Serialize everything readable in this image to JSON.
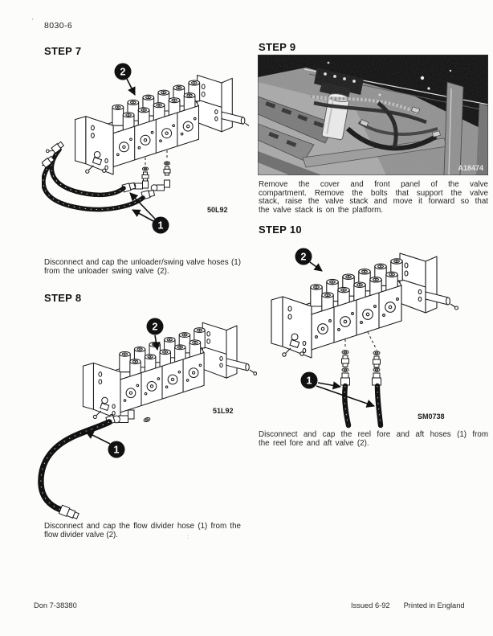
{
  "page": {
    "doc_code": "8030-6",
    "stray_mark_top": "'",
    "stray_mark_mid": ":",
    "footer": {
      "left": "Don 7-38380",
      "issued": "Issued 6-92",
      "printed": "Printed in England"
    }
  },
  "colors": {
    "ink": "#1b1b1b",
    "paper": "#fcfcfb"
  },
  "steps": [
    {
      "title": "STEP 7",
      "figure_label": "50L92",
      "callout_hose": "1",
      "callout_valve": "2",
      "caption_lines": [
        "Disconnect and cap the unloader/swing valve hoses (1)",
        "from the unloader swing valve (2)."
      ]
    },
    {
      "title": "STEP 8",
      "figure_label": "51L92",
      "callout_hose": "1",
      "callout_valve": "2",
      "caption_lines": [
        "Disconnect and cap the flow divider hose (1) from the",
        "flow divider valve (2)."
      ]
    },
    {
      "title": "STEP 9",
      "figure_label": "A18474",
      "caption_lines": [
        "Remove the cover and front panel of the valve",
        "compartment. Remove the bolts that support the valve",
        "stack, raise the valve stack and move it forward so that",
        "the valve stack is on the platform."
      ]
    },
    {
      "title": "STEP 10",
      "figure_label": "SM0738",
      "callout_hose": "1",
      "callout_valve": "2",
      "caption_lines": [
        "Disconnect and cap the reel fore and aft hoses (1) from",
        "the reel fore and aft valve (2)."
      ]
    }
  ]
}
